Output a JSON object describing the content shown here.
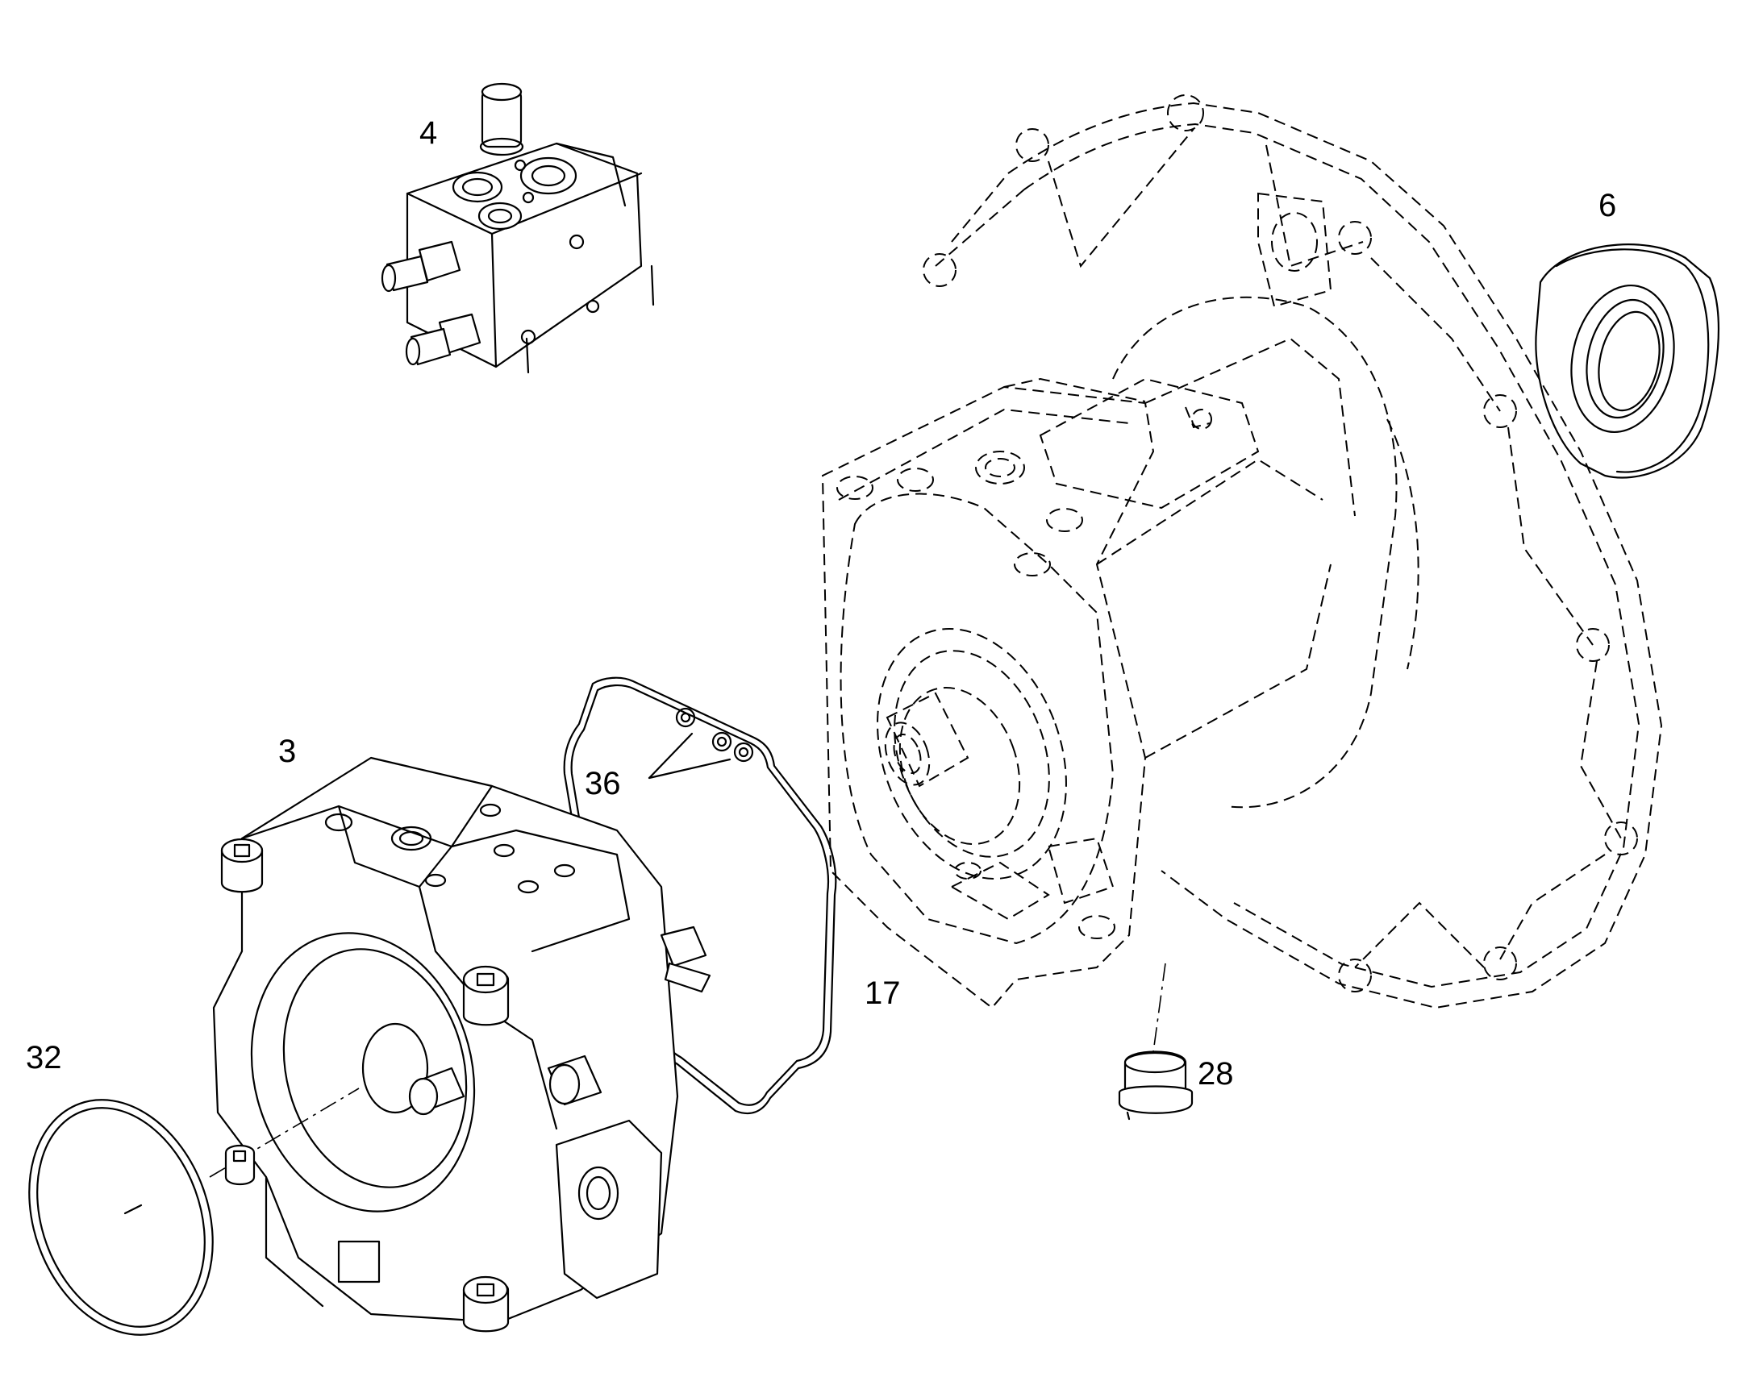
{
  "callouts": [
    {
      "id": "4",
      "label": "4"
    },
    {
      "id": "6",
      "label": "6"
    },
    {
      "id": "3",
      "label": "3"
    },
    {
      "id": "36",
      "label": "36"
    },
    {
      "id": "17",
      "label": "17"
    },
    {
      "id": "32",
      "label": "32"
    },
    {
      "id": "28",
      "label": "28"
    }
  ],
  "colors": {
    "line": "#000000",
    "background": "#ffffff"
  }
}
